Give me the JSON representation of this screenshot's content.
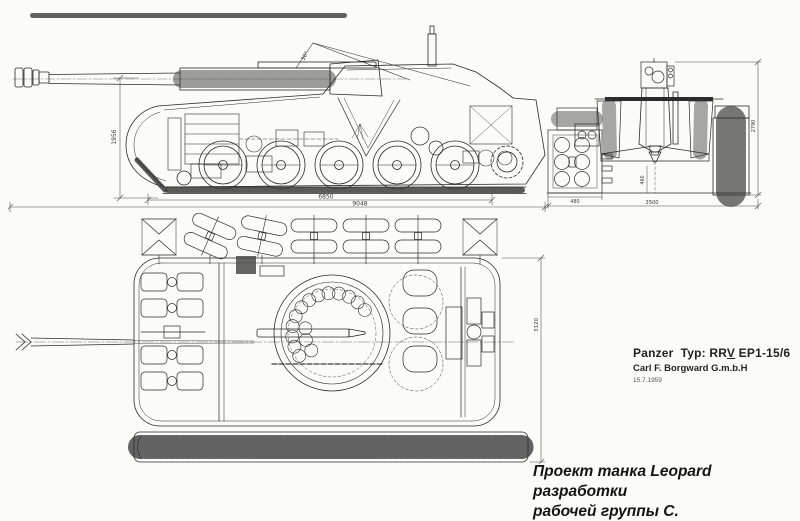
{
  "page": {
    "background": "#fbfbf8",
    "ink": "#2a2a2a"
  },
  "title_block": {
    "model_prefix": "Panzer  Typ: RR",
    "model_numeral": "V",
    "model_suffix": " EP1-15/6",
    "company": "Carl F. Borgward G.m.b.H",
    "date": "15.7.1959"
  },
  "caption": {
    "line1": "Проект танка Leopard разработки",
    "line2": "рабочей группы С."
  },
  "side_view": {
    "angle_label": "30°",
    "dim_height": "1956",
    "dim_hull_length": "6850",
    "dim_overall_length": "9048"
  },
  "front_view": {
    "dim_unit_width": "480",
    "dim_ground_clearance": "460",
    "dim_overall_width": "3500",
    "dim_overall_height": "2790"
  },
  "plan_view": {
    "dim_hull_width": "3120"
  }
}
